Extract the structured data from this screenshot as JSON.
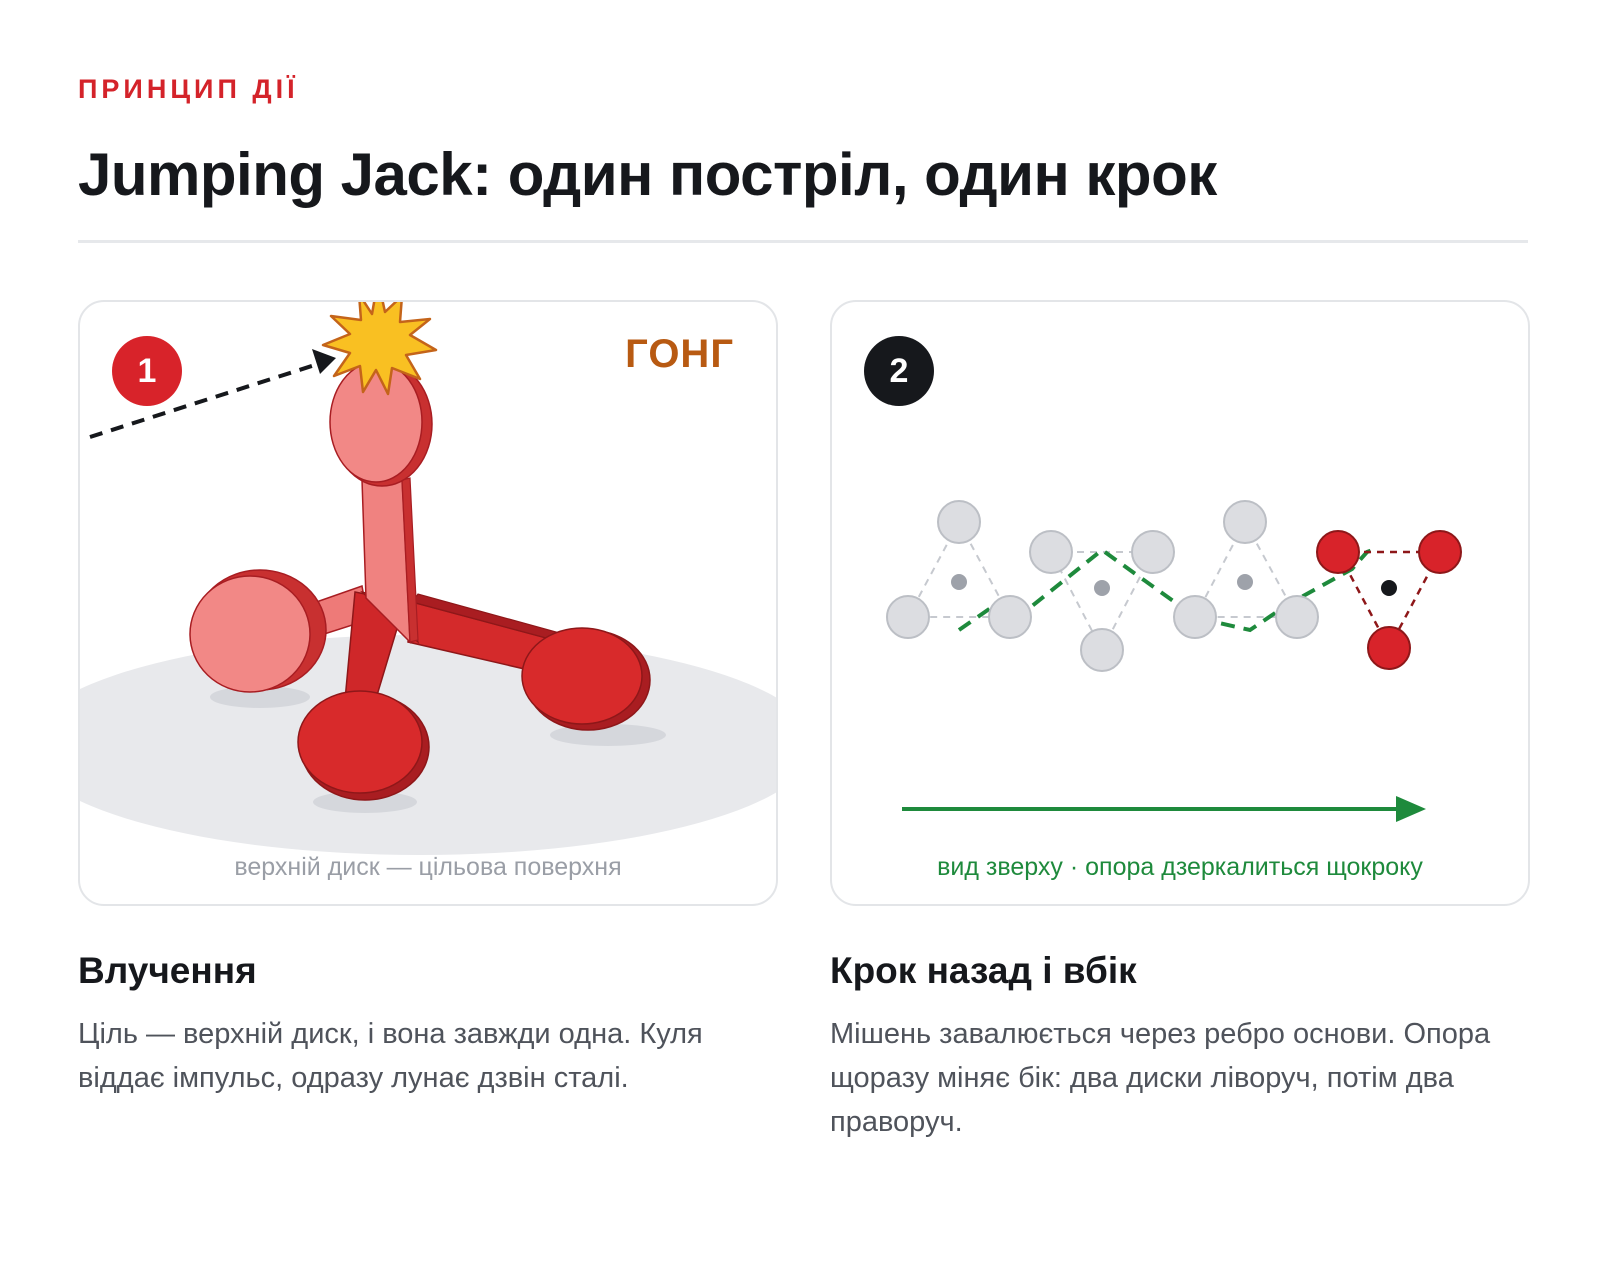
{
  "header": {
    "eyebrow": "ПРИНЦИП ДІЇ",
    "title": "Jumping Jack: один постріл, один крок"
  },
  "panels": [
    {
      "badge": "1",
      "label": "ГОНГ",
      "caption": "верхній диск — цільова поверхня",
      "heading": "Влучення",
      "text": "Ціль — верхній диск, і вона завжди одна. Куля віддає імпульс, одразу лунає дзвін сталі."
    },
    {
      "badge": "2",
      "caption": "вид зверху · опора дзеркалиться щокроку",
      "heading": "Крок назад і вбік",
      "text": "Мішень завалюється через ребро основи. Опора щоразу міняє бік: два диски ліворуч, потім два праворуч."
    }
  ],
  "colors": {
    "accent": "#d4232a",
    "gong": "#b85a12",
    "path": "#1e8a3c",
    "dark": "#16181c"
  },
  "icons": [
    "impact-burst-icon",
    "trajectory-arrow-icon",
    "direction-arrow-icon"
  ]
}
